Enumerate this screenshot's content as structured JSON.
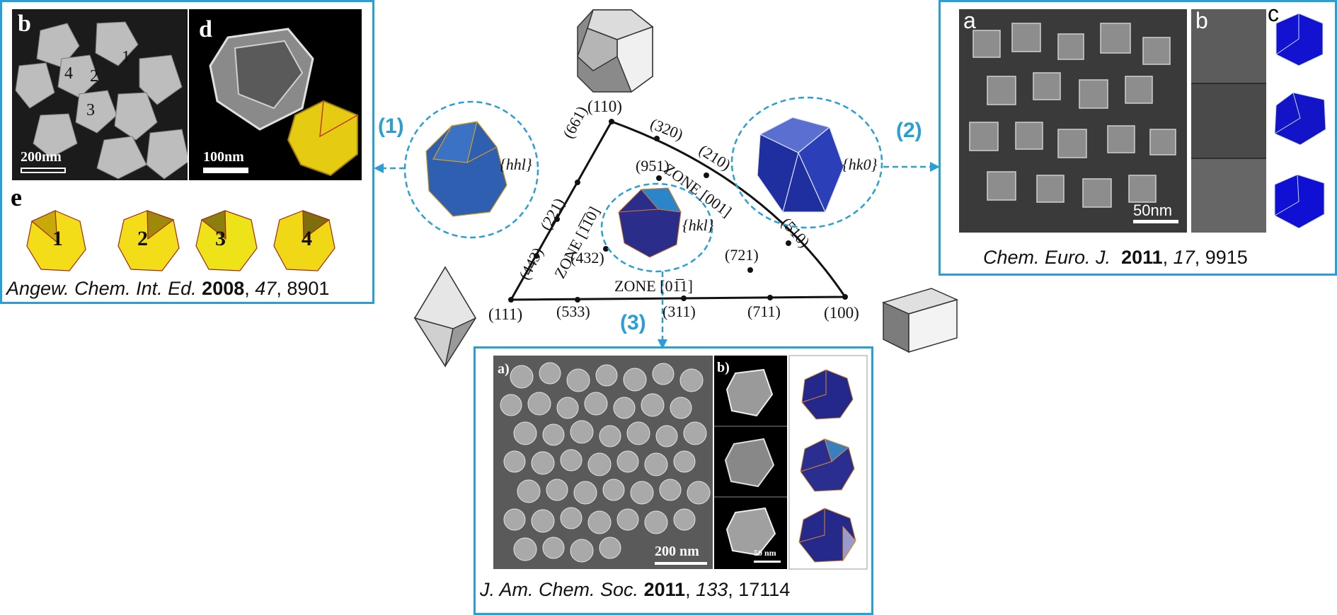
{
  "panel1": {
    "label_b": "b",
    "label_d": "d",
    "label_e": "e",
    "particle_nums": [
      "1",
      "2",
      "3",
      "4"
    ],
    "scale_b": "200nm",
    "scale_d": "100nm",
    "model_nums": [
      "1",
      "2",
      "3",
      "4"
    ],
    "cite_journal": "Angew. Chem. Int. Ed.",
    "cite_year": "2008",
    "cite_vol": "47",
    "cite_page": "8901"
  },
  "panel2": {
    "label_a": "a",
    "label_b": "b",
    "label_c": "c",
    "scale": "50nm",
    "cite_journal": "Chem. Euro. J.",
    "cite_year": "2011",
    "cite_vol": "17",
    "cite_page": "9915"
  },
  "panel3": {
    "label_a": "a)",
    "label_b": "b)",
    "scale_a": "200 nm",
    "scale_b": "50 nm",
    "cite_journal": "J. Am. Chem. Soc.",
    "cite_year": "2011",
    "cite_vol": "133",
    "cite_page": "17114"
  },
  "triangle": {
    "corners": {
      "top": "(110)",
      "left": "(111)",
      "right": "(100)"
    },
    "edge_points": [
      "(661)",
      "(221)",
      "(443)",
      "(320)",
      "(210)",
      "(510)",
      "(533)",
      "(311)",
      "(711)"
    ],
    "interior_points": [
      "(951)",
      "(432)",
      "(721)"
    ],
    "zones": {
      "left": "ZONE [1̅1̅0]",
      "right": "ZONE [001]",
      "bottom": "ZONE [01̅1]"
    }
  },
  "callouts": [
    {
      "num": "(1)",
      "facet": "{hhl}"
    },
    {
      "num": "(2)",
      "facet": "{hk0}"
    },
    {
      "num": "(3)",
      "facet": "{hkl}"
    }
  ],
  "colors": {
    "accent": "#2a9fd6",
    "gold": "#f2d21c",
    "navy": "#1f2f8f",
    "blue": "#1a1ad8"
  }
}
